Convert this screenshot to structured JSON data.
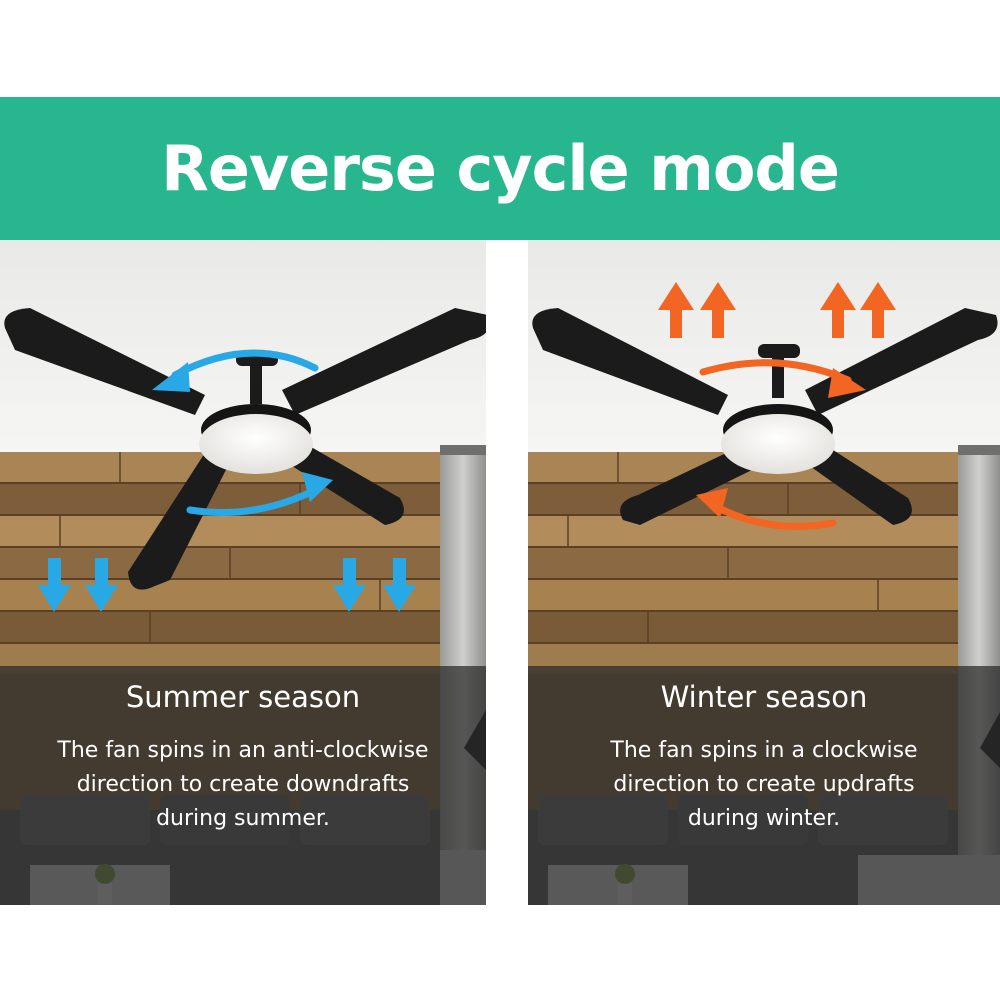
{
  "header": {
    "title": "Reverse cycle mode",
    "background_color": "#28b68f"
  },
  "panels": [
    {
      "title": "Summer season",
      "description": "The fan spins in an anti-clockwise\ndirection to create downdrafts\nduring summer.",
      "arrow_color": "#29a8e6",
      "rotation": "anti-clockwise",
      "airflow": "down"
    },
    {
      "title": "Winter season",
      "description": "The fan spins in a clockwise\ndirection to create updrafts\nduring winter.",
      "arrow_color": "#f26522",
      "rotation": "clockwise",
      "airflow": "up"
    }
  ],
  "icons": [
    "ceiling-fan-icon",
    "rotation-arrow-icon",
    "airflow-arrow-icon"
  ]
}
